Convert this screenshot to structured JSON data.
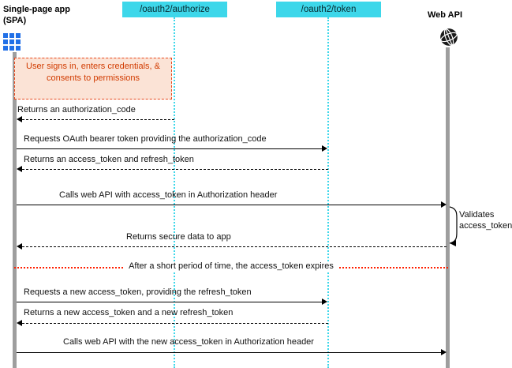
{
  "diagram": {
    "type": "sequence",
    "description": "OAuth2 authorization code + refresh token flow between a single-page app and a web API"
  },
  "actors": {
    "spa": {
      "label": "Single-page app\n(SPA)",
      "icon": "app-grid-icon"
    },
    "webapi": {
      "label": "Web API",
      "icon": "globe-icon"
    }
  },
  "endpoints": {
    "authorize": {
      "label": "/oauth2/authorize"
    },
    "token": {
      "label": "/oauth2/token"
    }
  },
  "note": {
    "text": "User signs in, enters credentials, & consents to permissions"
  },
  "separator": {
    "text": "After a short period of time, the access_token expires"
  },
  "annotation": {
    "text": "Validates\naccess_token"
  },
  "messages": [
    {
      "label": "Returns an authorization_code",
      "kind": "return",
      "from": "authorize",
      "to": "spa"
    },
    {
      "label": "Requests OAuth bearer token providing the authorization_code",
      "kind": "request",
      "from": "spa",
      "to": "token"
    },
    {
      "label": "Returns an access_token and refresh_token",
      "kind": "return",
      "from": "token",
      "to": "spa"
    },
    {
      "label": "Calls web API with access_token in Authorization header",
      "kind": "request",
      "from": "spa",
      "to": "webapi"
    },
    {
      "label": "Returns secure data to app",
      "kind": "return",
      "from": "webapi",
      "to": "spa"
    },
    {
      "label": "Requests a new access_token, providing the refresh_token",
      "kind": "request",
      "from": "spa",
      "to": "token"
    },
    {
      "label": "Returns a new access_token and a new refresh_token",
      "kind": "return",
      "from": "token",
      "to": "spa"
    },
    {
      "label": "Calls web API with the new access_token in Authorization header",
      "kind": "request",
      "from": "spa",
      "to": "webapi"
    }
  ],
  "colors": {
    "endpoint_fill": "#3dd7ea",
    "lifeline_gray": "#9e9e9e",
    "note_border": "#e8491d",
    "note_fill": "#fbe3d6",
    "note_text": "#d13b00",
    "separator_red": "#ff1f00",
    "spa_icon_blue": "#2170e7",
    "arrow_black": "#000000"
  }
}
